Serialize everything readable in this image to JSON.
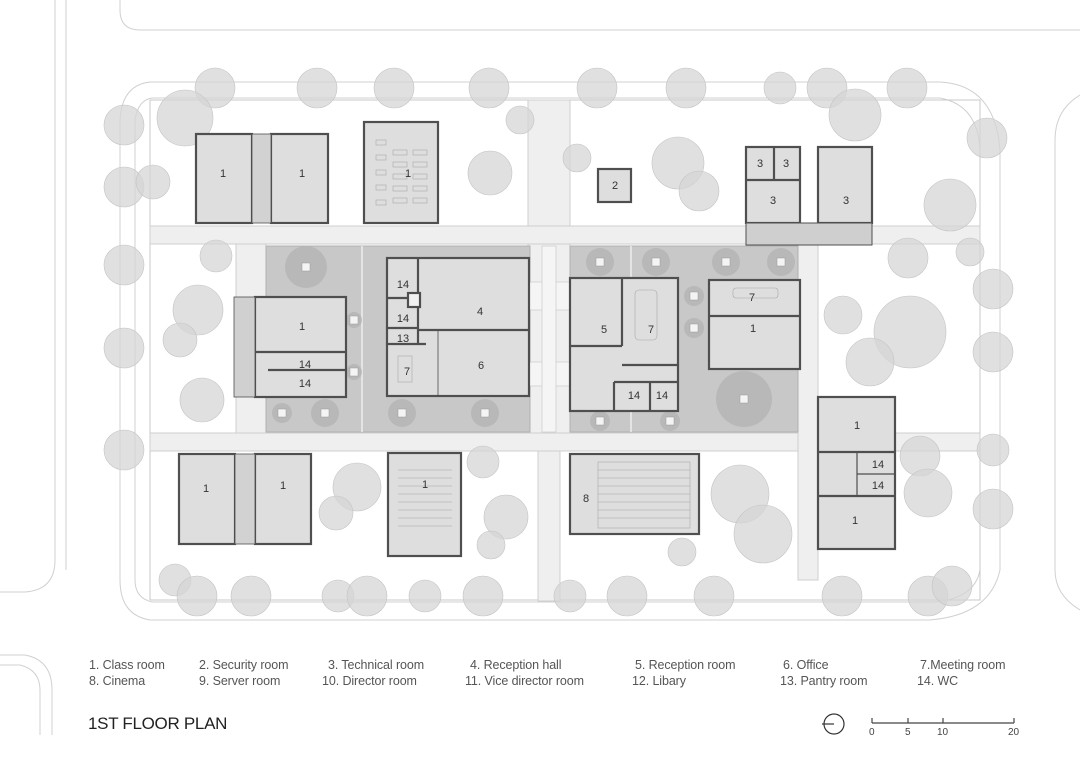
{
  "drawing": {
    "title": "1ST FLOOR PLAN",
    "colors": {
      "background": "#ffffff",
      "courtyard": "#c9c9c9",
      "room_fill": "#dcdcdc",
      "wall": "#555555",
      "tree": "#d2d2d2",
      "path": "#eeeeee",
      "road_line": "#cccccc"
    }
  },
  "legend": [
    {
      "num": "1",
      "text": "1. Class room"
    },
    {
      "num": "2",
      "text": "2. Security room"
    },
    {
      "num": "3",
      "text": "3. Technical room"
    },
    {
      "num": "4",
      "text": "4. Reception hall"
    },
    {
      "num": "5",
      "text": "5. Reception room"
    },
    {
      "num": "6",
      "text": "6. Office"
    },
    {
      "num": "7",
      "text": "7.Meeting room"
    },
    {
      "num": "8",
      "text": "8. Cinema"
    },
    {
      "num": "9",
      "text": "9. Server room"
    },
    {
      "num": "10",
      "text": "10. Director room"
    },
    {
      "num": "11",
      "text": "11. Vice director room"
    },
    {
      "num": "12",
      "text": "12. Libary"
    },
    {
      "num": "13",
      "text": "13. Pantry room"
    },
    {
      "num": "14",
      "text": "14. WC"
    }
  ],
  "scale_bar": {
    "labels": [
      "0",
      "5",
      "10",
      "20"
    ]
  },
  "north_arrow": {
    "icon": "north-arrow-icon"
  },
  "room_labels": {
    "nw_class_a": "1",
    "nw_class_b": "1",
    "n_class": "1",
    "security": "2",
    "tech_a": "3",
    "tech_b": "3",
    "tech_c": "3",
    "tech_d": "3",
    "w_class": "1",
    "w_wc_a": "14",
    "w_wc_b": "14",
    "c_wc_a": "14",
    "c_wc_b": "14",
    "c_pantry": "13",
    "c_meeting": "7",
    "c_reception_hall": "4",
    "c_office": "6",
    "e_reception_room": "5",
    "e_meeting": "7",
    "e_wc_a": "14",
    "e_wc_b": "14",
    "ne_meeting": "7",
    "ne_class": "1",
    "sw_class_a": "1",
    "sw_class_b": "1",
    "s_class": "1",
    "cinema": "8",
    "se_class_a": "1",
    "se_wc_a": "14",
    "se_wc_b": "14",
    "se_class_b": "1"
  }
}
